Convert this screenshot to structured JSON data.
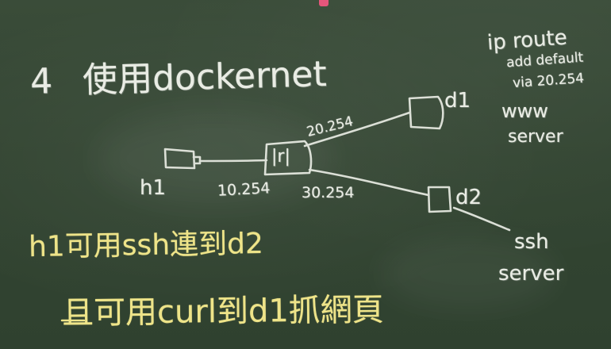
{
  "board": {
    "title": {
      "number": "4",
      "text": "使用dockernet"
    },
    "route_note": [
      "ip route",
      "add default",
      "via 20.254"
    ],
    "nodes": {
      "h1": "h1",
      "r1": "|r|",
      "d1": "d1",
      "d2": "d2"
    },
    "addresses": {
      "r1_to_d1": "20.254",
      "r1_to_h1": "10.254",
      "r1_to_d2": "30.254"
    },
    "d1_role": [
      "www",
      "server"
    ],
    "d2_role": [
      "ssh",
      "server"
    ],
    "task_lines": [
      "h1可用ssh連到d2",
      "且可用curl到d1抓網頁"
    ]
  },
  "colors": {
    "board": "#334532",
    "chalk_white": "#e9ece4",
    "chalk_yellow": "#eee489",
    "magnet_pink": "#e4567b"
  }
}
